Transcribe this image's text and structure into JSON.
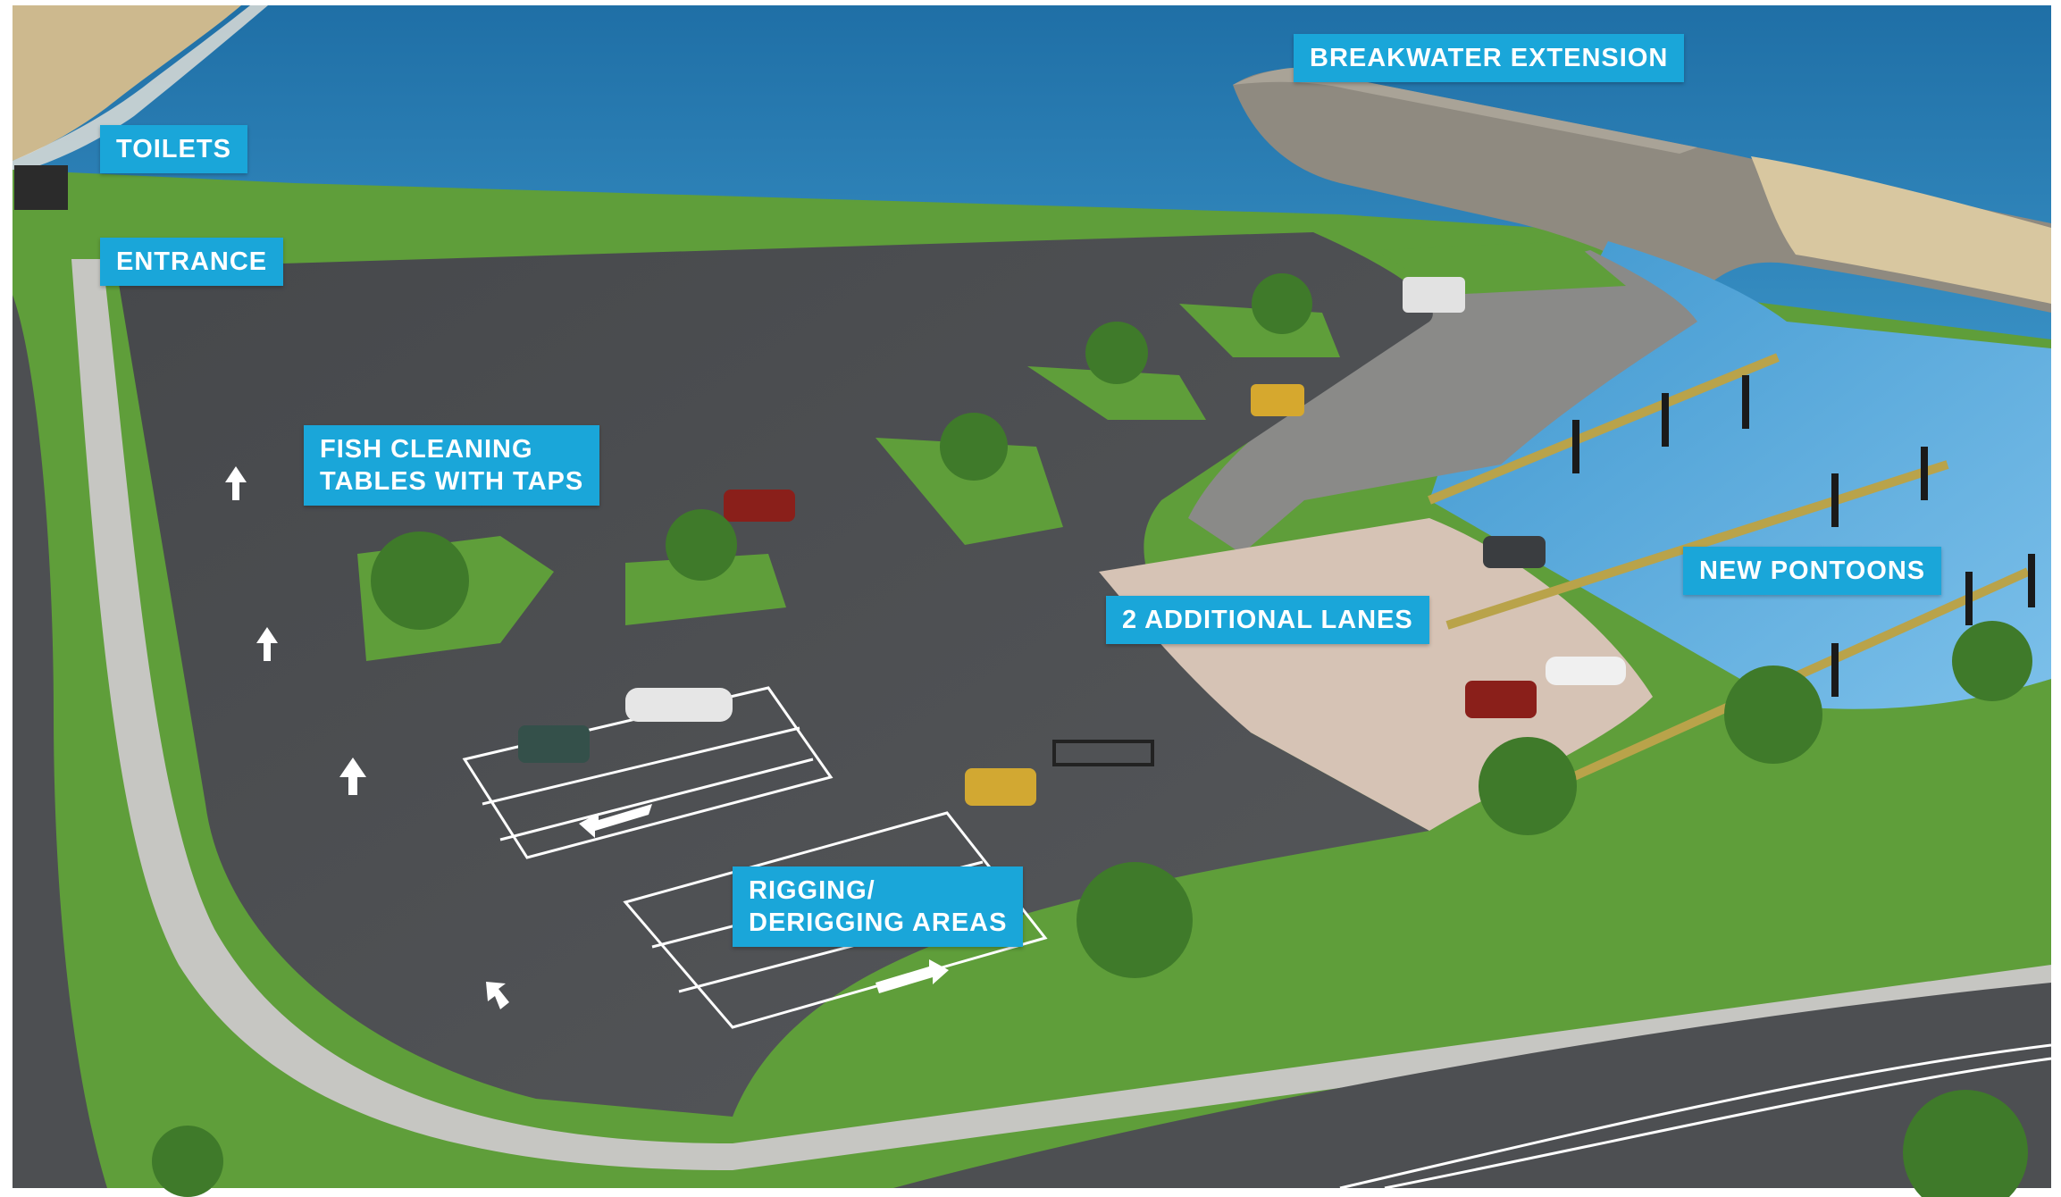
{
  "colors": {
    "label_bg": "#1aa6d9",
    "label_text": "#ffffff",
    "sea": "#2f82b7",
    "shallow_water": "#5aa9d8",
    "asphalt": "#4d4f52",
    "grass": "#5f9e3a",
    "footpath": "#c6c6c2",
    "ramp_concrete": "#d6c3b5",
    "breakwater_rock": "#8f8a80",
    "sand": "#d8c7a0"
  },
  "labels": {
    "toilets": [
      "TOILETS"
    ],
    "entrance": [
      "ENTRANCE"
    ],
    "fish_cleaning": [
      "FISH CLEANING",
      "TABLES WITH TAPS"
    ],
    "breakwater": [
      "BREAKWATER EXTENSION"
    ],
    "additional_lanes": [
      "2 ADDITIONAL LANES"
    ],
    "new_pontoons": [
      "NEW PONTOONS"
    ],
    "rigging": [
      "RIGGING/",
      "DERIGGING AREAS"
    ]
  }
}
